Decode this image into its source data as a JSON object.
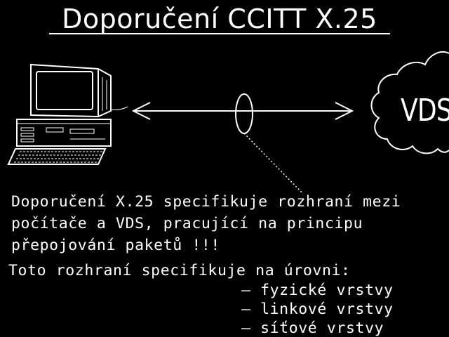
{
  "title": "Doporučení CCITT X.25",
  "network_label": "VDS",
  "description_lines": [
    "Doporučení X.25 specifikuje rozhraní mezi",
    "počítače a VDS, pracující na principu",
    "přepojování paketů !!!"
  ],
  "levels_intro": "Toto rozhraní specifikuje na úrovni:",
  "layers": [
    "— fyzické vrstvy",
    "— linkové vrstvy",
    "— síťové vrstvy"
  ],
  "colors": {
    "background": "#000000",
    "foreground": "#ffffff"
  },
  "icons": [
    "computer-icon",
    "network-cloud-icon",
    "double-arrow-icon",
    "interface-ellipse-icon"
  ]
}
